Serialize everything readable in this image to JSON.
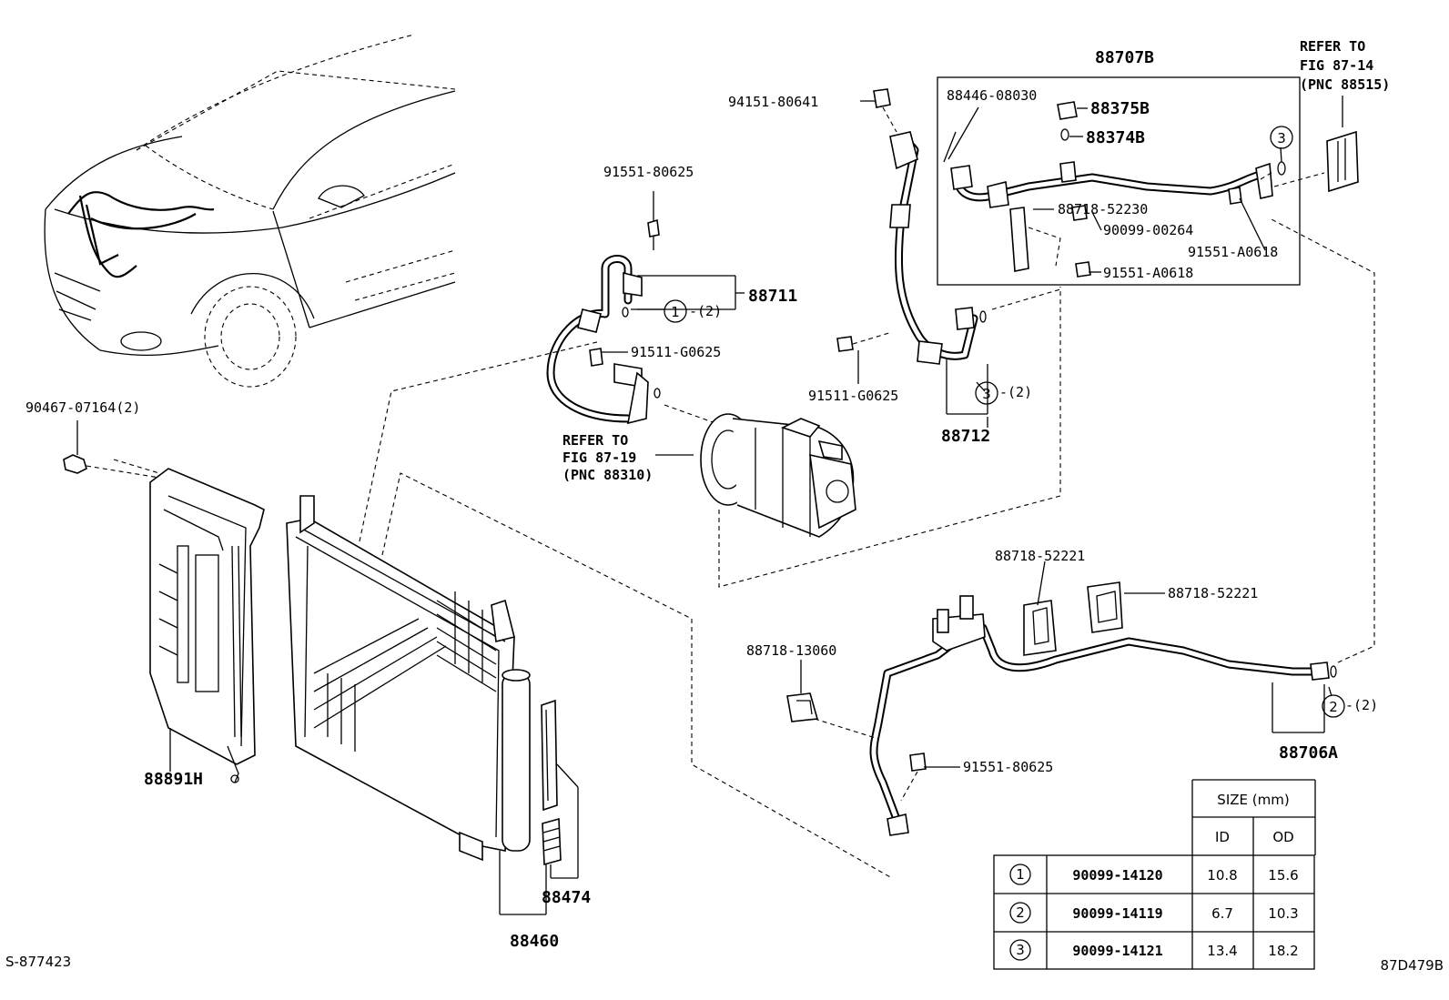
{
  "diagram": {
    "labels": {
      "p88707b": "88707B",
      "p88446": "88446-08030",
      "p88375b": "88375B",
      "p88374b": "88374B",
      "p88718_52230": "88718-52230",
      "p90099_00264": "90099-00264",
      "p91551_a0618_a": "91551-A0618",
      "p91551_a0618_b": "91551-A0618",
      "p94151": "94151-80641",
      "p91551_80625_a": "91551-80625",
      "p88711": "88711",
      "p91511_g0625_a": "91511-G0625",
      "p91511_g0625_b": "91511-G0625",
      "p88712": "88712",
      "p90467": "90467-07164(2)",
      "p88891h": "88891H",
      "p88460": "88460",
      "p88474": "88474",
      "p88718_52221_a": "88718-52221",
      "p88718_52221_b": "88718-52221",
      "p88718_13060": "88718-13060",
      "p91551_80625_b": "91551-80625",
      "p88706a": "88706A",
      "qty1": "-(2)",
      "qty2": "-(2)",
      "qty3": "-(2)"
    },
    "callouts": {
      "c1": "1",
      "c2": "2",
      "c3a": "3",
      "c3b": "3"
    },
    "refer_compressor": [
      "REFER TO",
      "FIG 87-19",
      "(PNC 88310)"
    ],
    "refer_valve": [
      "REFER TO",
      "FIG 87-14",
      "(PNC 88515)"
    ],
    "footer_left": "S-877423",
    "footer_right": "87D479B"
  },
  "size_table": {
    "header": "SIZE (mm)",
    "columns": [
      "ID",
      "OD"
    ],
    "rows": [
      {
        "ref": "1",
        "part": "90099-14120",
        "id": "10.8",
        "od": "15.6"
      },
      {
        "ref": "2",
        "part": "90099-14119",
        "id": "6.7",
        "od": "10.3"
      },
      {
        "ref": "3",
        "part": "90099-14121",
        "id": "13.4",
        "od": "18.2"
      }
    ]
  }
}
